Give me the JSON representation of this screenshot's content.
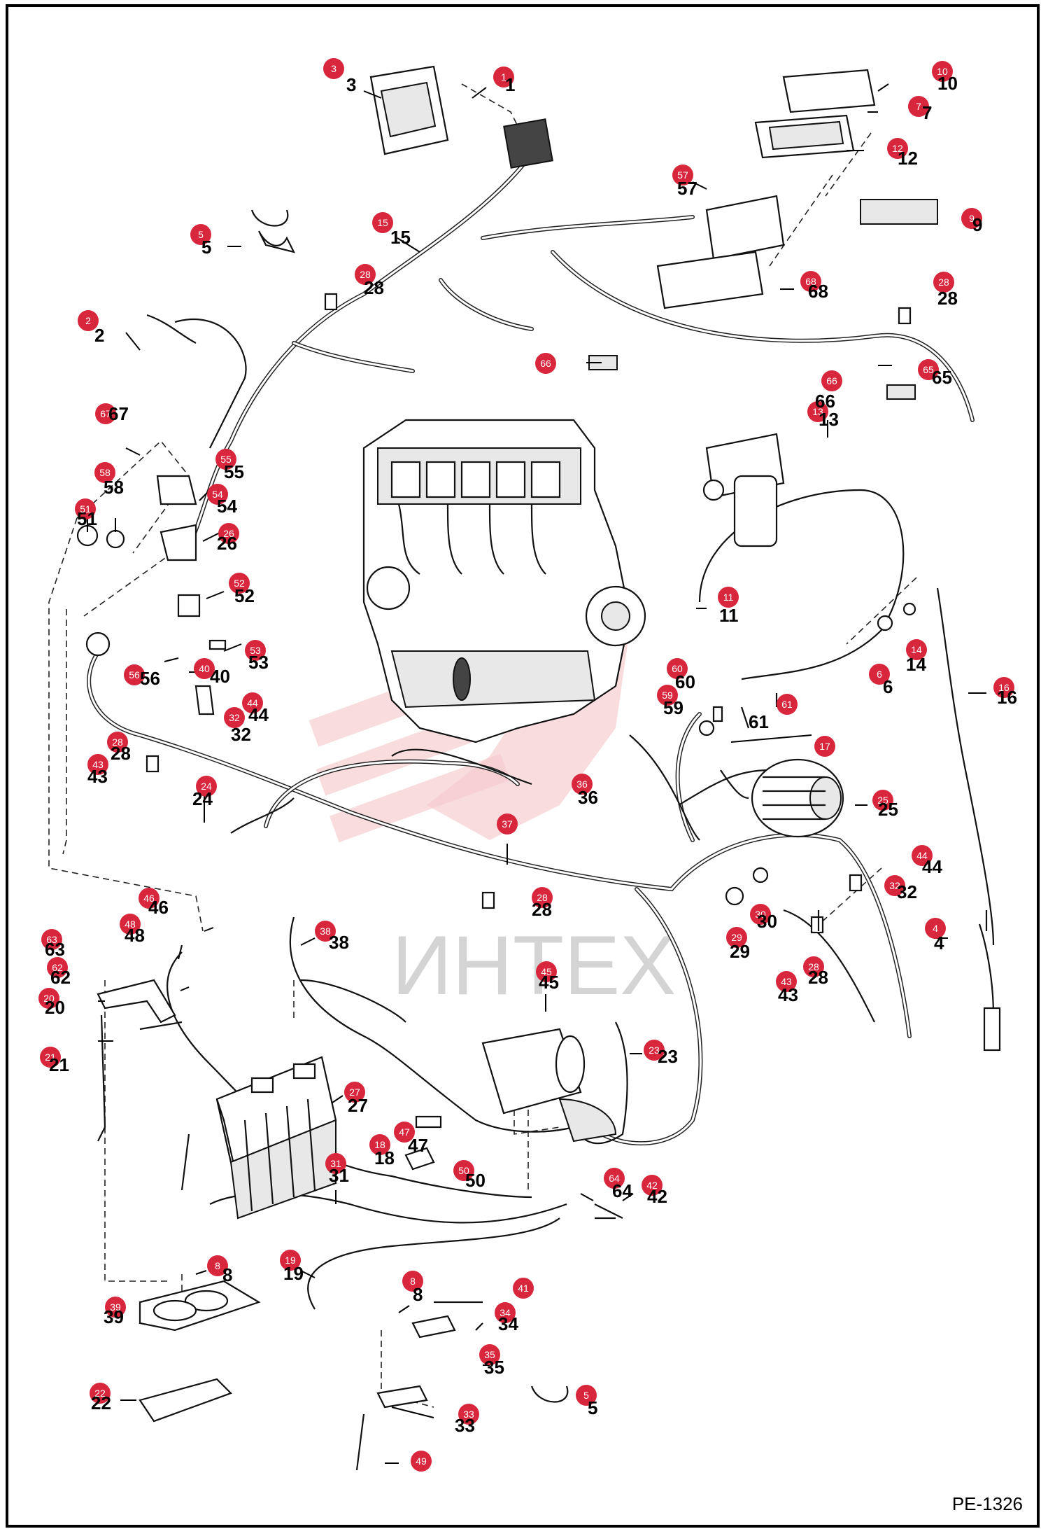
{
  "watermark": {
    "text": "ИНТЕХ"
  },
  "drawing_code": "PE-1326",
  "callouts": [
    {
      "id": "1",
      "label": "1"
    },
    {
      "id": "2",
      "label": "2"
    },
    {
      "id": "3",
      "label": "3"
    },
    {
      "id": "4",
      "label": "4"
    },
    {
      "id": "5a",
      "label": "5"
    },
    {
      "id": "5b",
      "label": "5"
    },
    {
      "id": "6",
      "label": "6"
    },
    {
      "id": "7",
      "label": "7"
    },
    {
      "id": "8a",
      "label": "8"
    },
    {
      "id": "8b",
      "label": "8"
    },
    {
      "id": "9",
      "label": "9"
    },
    {
      "id": "10",
      "label": "10"
    },
    {
      "id": "11",
      "label": "11"
    },
    {
      "id": "12",
      "label": "12"
    },
    {
      "id": "13",
      "label": "13"
    },
    {
      "id": "14",
      "label": "14"
    },
    {
      "id": "15",
      "label": "15"
    },
    {
      "id": "16",
      "label": "16"
    },
    {
      "id": "17",
      "label": "17"
    },
    {
      "id": "18",
      "label": "18"
    },
    {
      "id": "19",
      "label": "19"
    },
    {
      "id": "20",
      "label": "20"
    },
    {
      "id": "21",
      "label": "21"
    },
    {
      "id": "22",
      "label": "22"
    },
    {
      "id": "23",
      "label": "23"
    },
    {
      "id": "24",
      "label": "24"
    },
    {
      "id": "25",
      "label": "25"
    },
    {
      "id": "26",
      "label": "26"
    },
    {
      "id": "27",
      "label": "27"
    },
    {
      "id": "28a",
      "label": "28"
    },
    {
      "id": "28b",
      "label": "28"
    },
    {
      "id": "28c",
      "label": "28"
    },
    {
      "id": "28d",
      "label": "28"
    },
    {
      "id": "28e",
      "label": "28"
    },
    {
      "id": "29",
      "label": "29"
    },
    {
      "id": "30",
      "label": "30"
    },
    {
      "id": "31",
      "label": "31"
    },
    {
      "id": "32a",
      "label": "32"
    },
    {
      "id": "32b",
      "label": "32"
    },
    {
      "id": "33",
      "label": "33"
    },
    {
      "id": "34",
      "label": "34"
    },
    {
      "id": "35",
      "label": "35"
    },
    {
      "id": "36",
      "label": "36"
    },
    {
      "id": "37",
      "label": "37"
    },
    {
      "id": "38",
      "label": "38"
    },
    {
      "id": "39",
      "label": "39"
    },
    {
      "id": "40",
      "label": "40"
    },
    {
      "id": "41",
      "label": "41"
    },
    {
      "id": "42",
      "label": "42"
    },
    {
      "id": "43a",
      "label": "43"
    },
    {
      "id": "43b",
      "label": "43"
    },
    {
      "id": "44a",
      "label": "44"
    },
    {
      "id": "44b",
      "label": "44"
    },
    {
      "id": "45",
      "label": "45"
    },
    {
      "id": "46",
      "label": "46"
    },
    {
      "id": "47",
      "label": "47"
    },
    {
      "id": "48",
      "label": "48"
    },
    {
      "id": "49",
      "label": "49"
    },
    {
      "id": "50",
      "label": "50"
    },
    {
      "id": "51",
      "label": "51"
    },
    {
      "id": "52",
      "label": "52"
    },
    {
      "id": "53",
      "label": "53"
    },
    {
      "id": "54",
      "label": "54"
    },
    {
      "id": "55",
      "label": "55"
    },
    {
      "id": "56",
      "label": "56"
    },
    {
      "id": "57",
      "label": "57"
    },
    {
      "id": "58",
      "label": "58"
    },
    {
      "id": "59",
      "label": "59"
    },
    {
      "id": "60",
      "label": "60"
    },
    {
      "id": "61",
      "label": "61"
    },
    {
      "id": "62",
      "label": "62"
    },
    {
      "id": "63",
      "label": "63"
    },
    {
      "id": "64",
      "label": "64"
    },
    {
      "id": "65",
      "label": "65"
    },
    {
      "id": "66a",
      "label": "66"
    },
    {
      "id": "66b",
      "label": "66"
    },
    {
      "id": "67",
      "label": "67"
    },
    {
      "id": "68",
      "label": "68"
    }
  ]
}
